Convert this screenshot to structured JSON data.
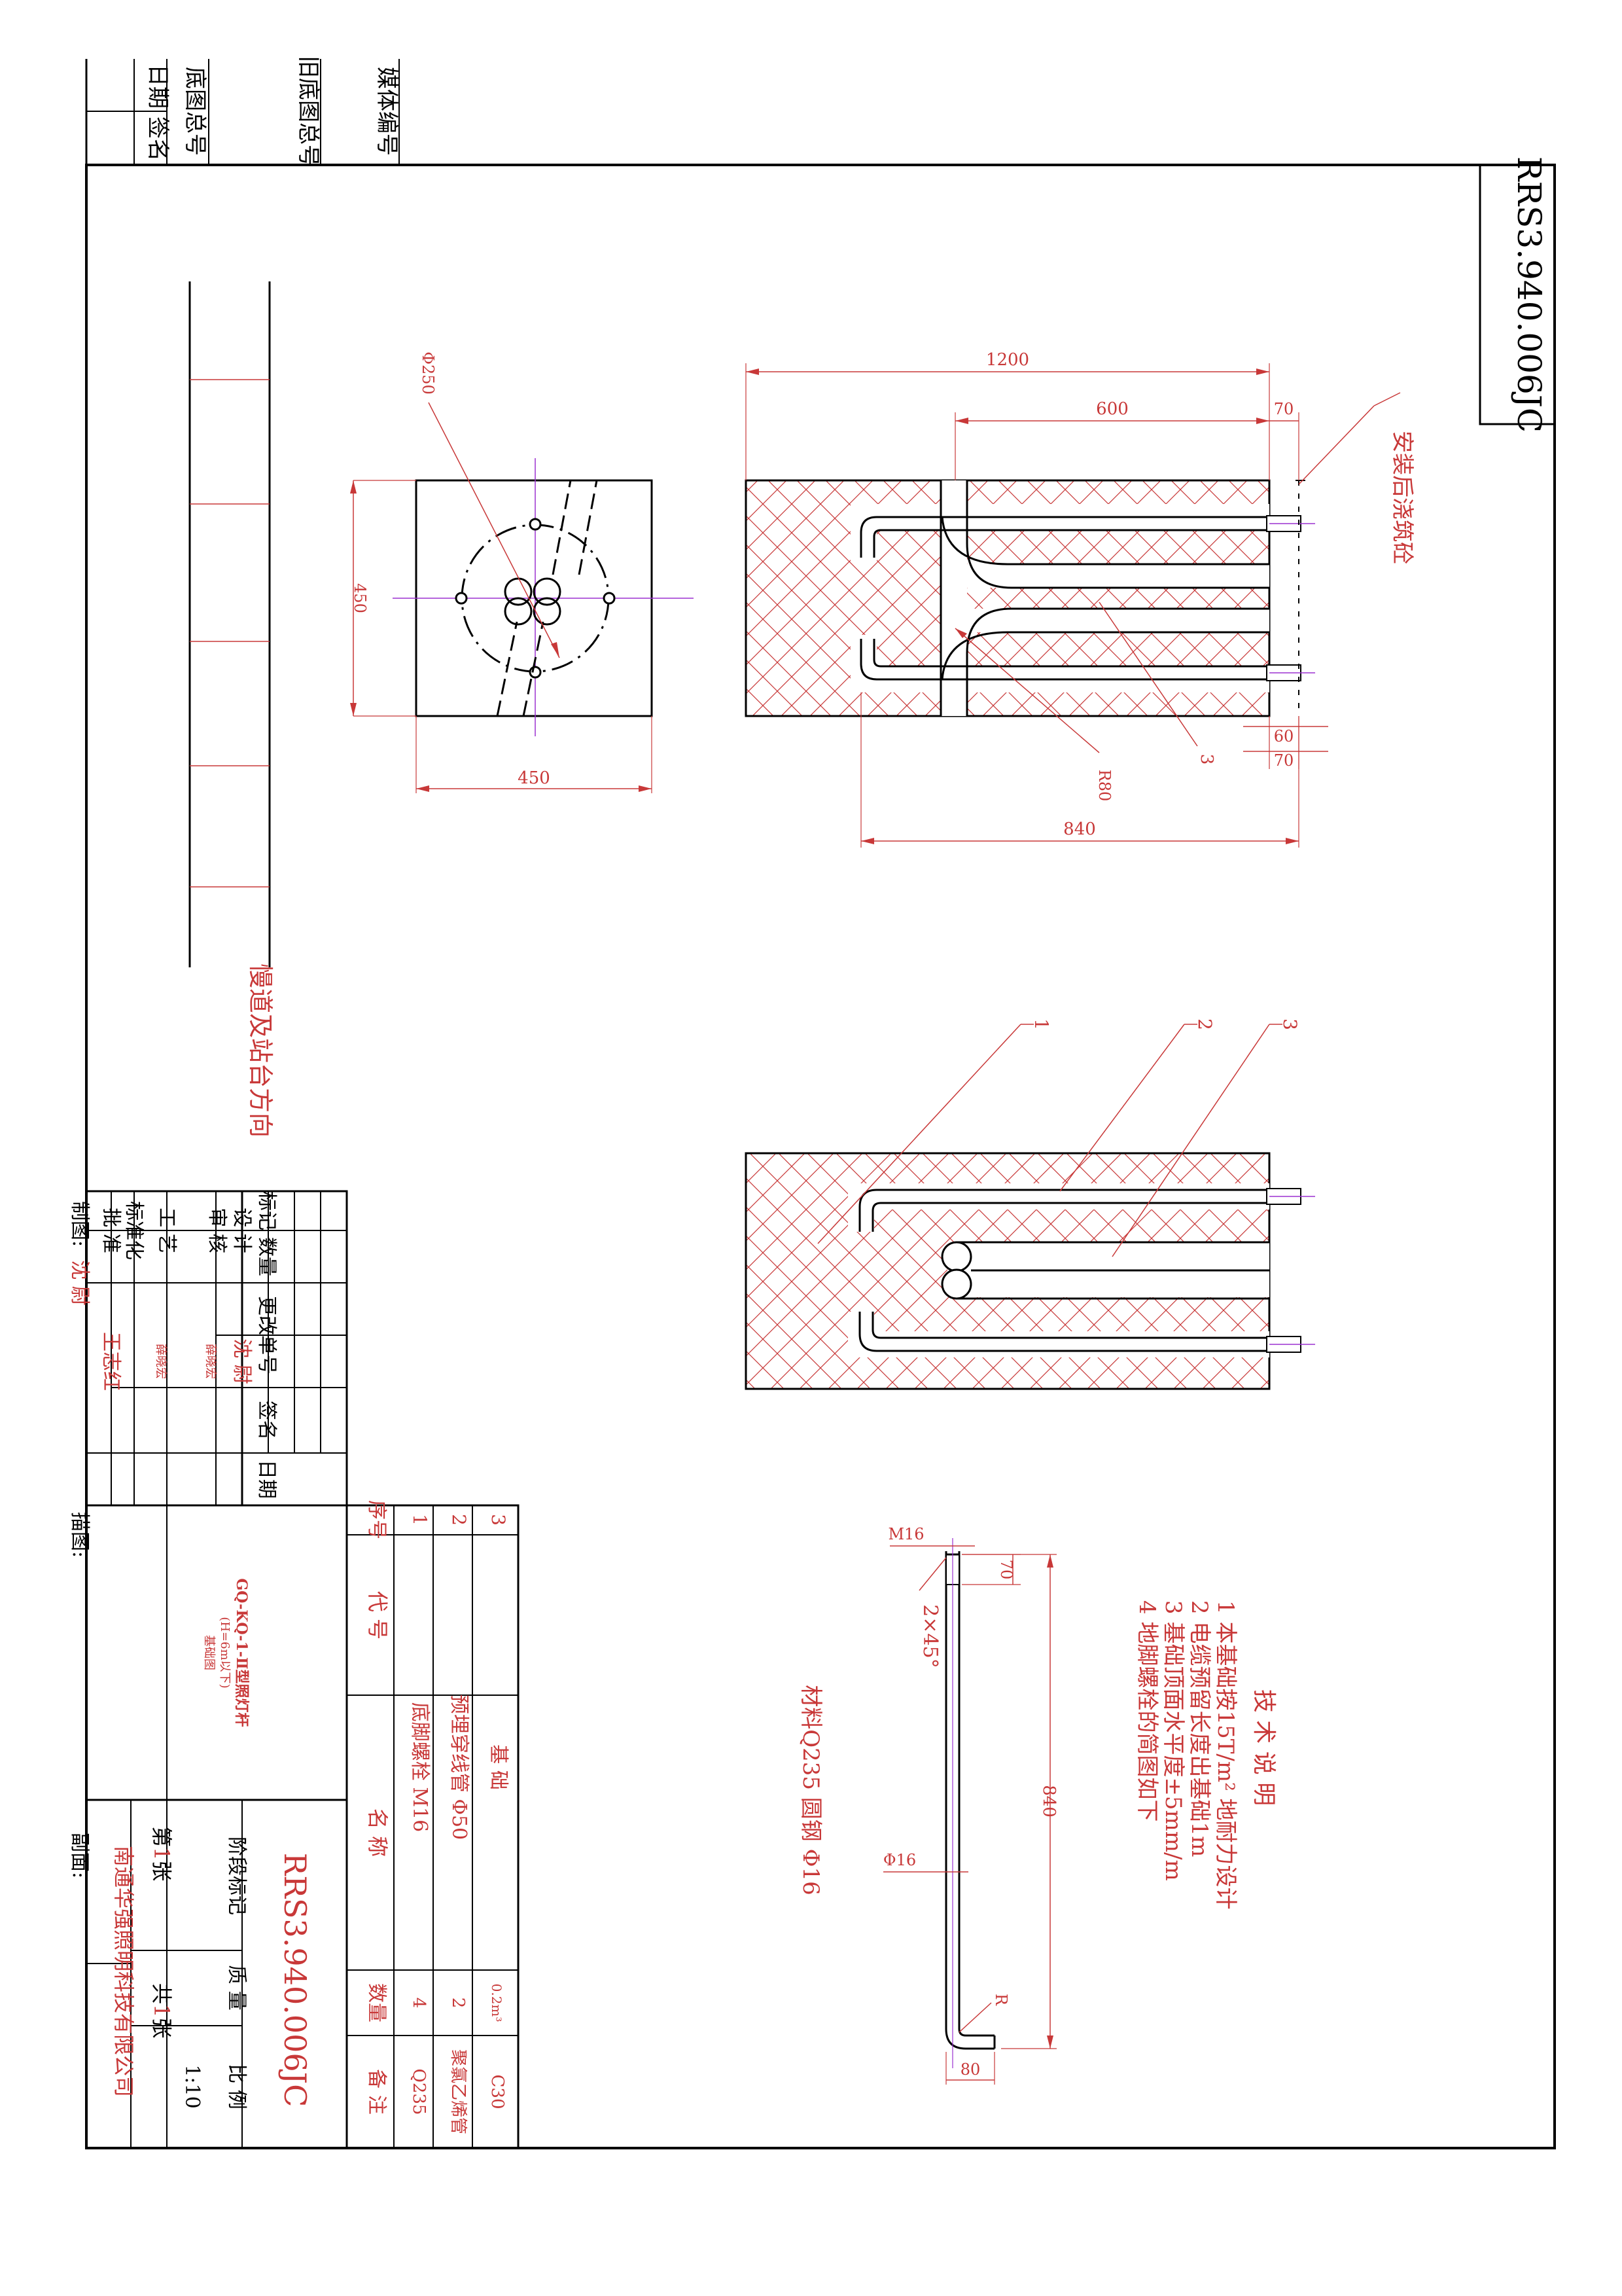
{
  "drawing_number": "RRS3.940.006JC",
  "top_stamp": {
    "cells": [
      "日期",
      "签名",
      "底图总号",
      "旧底图总号",
      "媒体编号"
    ]
  },
  "direction_note": "慢道及站台方向",
  "plan_view": {
    "dim_diameter": "Φ250",
    "dim_height": "450",
    "dim_width": "450"
  },
  "section_view": {
    "dim_total": "1200",
    "dim_600": "600",
    "dim_70_top": "70",
    "dim_60": "60",
    "dim_70_bottom": "70",
    "dim_840": "840",
    "radius": "R80",
    "callout_3": "3",
    "pour_note": "安装后浇筑砼"
  },
  "detail_view": {
    "callouts": [
      "1",
      "2",
      "3"
    ]
  },
  "bolt_view": {
    "thread": "M16",
    "chamfer": "2×45°",
    "dim_70": "70",
    "dim_840": "840",
    "diameter": "Φ16",
    "dim_80": "80",
    "radius": "R",
    "material": "材料Q235 圆钢 Φ16"
  },
  "tech_notes": {
    "title": "技 术 说 明",
    "lines": [
      "1 本基础按15T/m² 地耐力设计",
      "2 电缆预留长度出基础1m",
      "3 基础顶面水平度±5mm/m",
      "4 地脚螺栓的简图如下"
    ]
  },
  "revision_block": {
    "headers": [
      "标记",
      "数量",
      "更改单号",
      "签名",
      "日期"
    ],
    "roles": [
      "设 计",
      "审 核",
      "工 艺",
      "标准化",
      "批 准"
    ],
    "names": {
      "design": "沈 尉",
      "review": "薛晓宏",
      "process": "薛晓宏",
      "approve": "王志红"
    },
    "drafter_label": "制图:",
    "drafter_name": "沈 尉",
    "tracer_label": "描图:",
    "checker_label": "副面:"
  },
  "title_block": {
    "product_line1": "GQ-KQ-1-Ⅱ型照灯杆",
    "product_line2": "(H=6m以下)",
    "product_line3": "基础图",
    "stage_label": "阶段标记",
    "weight_label": "质 量",
    "scale_label": "比 例",
    "scale_value": "1:10",
    "sheet_label": "第",
    "sheet_no": "1",
    "sheet_unit": "张",
    "total_label": "共",
    "total_no": "1",
    "total_unit": "张",
    "company": "南通华强照明科技有限公司"
  },
  "parts_list": {
    "headers": {
      "no": "序号",
      "code": "代 号",
      "name": "名 称",
      "qty": "数量",
      "note": "备 注"
    },
    "rows": [
      {
        "no": "1",
        "name": "底脚螺栓 M16",
        "qty": "4",
        "note": "Q235"
      },
      {
        "no": "2",
        "name": "预埋穿线管 Φ50",
        "qty": "2",
        "note": "聚氯乙烯管"
      },
      {
        "no": "3",
        "name": "基 础",
        "qty": "0.2m³",
        "note": "C30"
      }
    ]
  }
}
